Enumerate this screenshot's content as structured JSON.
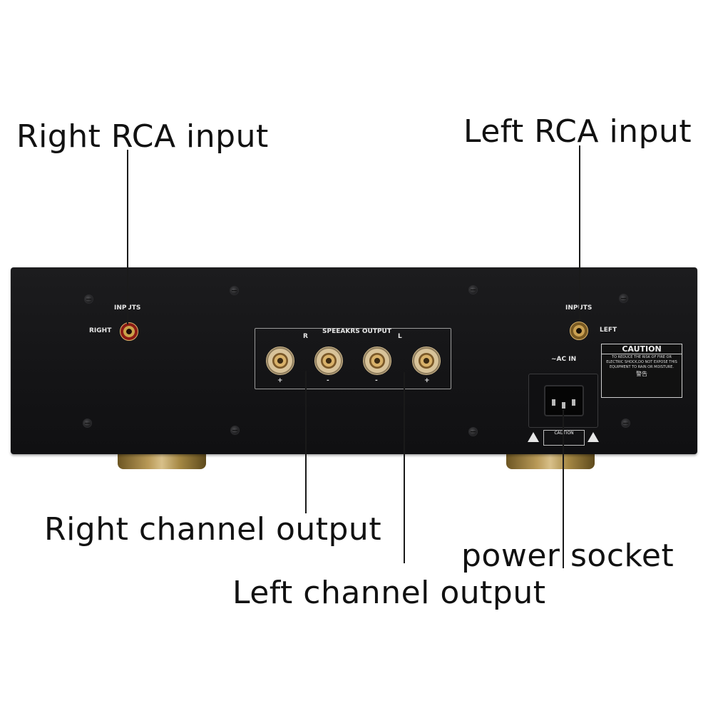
{
  "callouts": {
    "right_rca_input": "Right RCA input",
    "left_rca_input": "Left RCA input",
    "right_channel_output": "Right channel output",
    "left_channel_output": "Left channel output",
    "power_socket": "power socket"
  },
  "panel": {
    "inputs_label_right": "INPUTS",
    "inputs_label_left": "INPUTS",
    "right_label": "RIGHT",
    "left_label": "LEFT",
    "speakers_output": "SPEEAKRS OUTPUT",
    "channel_r": "R",
    "channel_l": "L",
    "post_signs": [
      "+",
      "-",
      "-",
      "+"
    ],
    "ac_in": "~AC IN",
    "caution_title": "CAUTION",
    "caution_text": "TO REDUCE THE RISK OF FIRE OR ELECTRIC SHOCK,DO NOT EXPOSE THIS EQUIPMENT TO RAIN OR MOISTURE.",
    "warning_cn": "警告",
    "small_caution": "CAUTION"
  },
  "colors": {
    "chassis": "#151517",
    "gold": "#c9a052",
    "rca_red": "#8c1a14"
  }
}
